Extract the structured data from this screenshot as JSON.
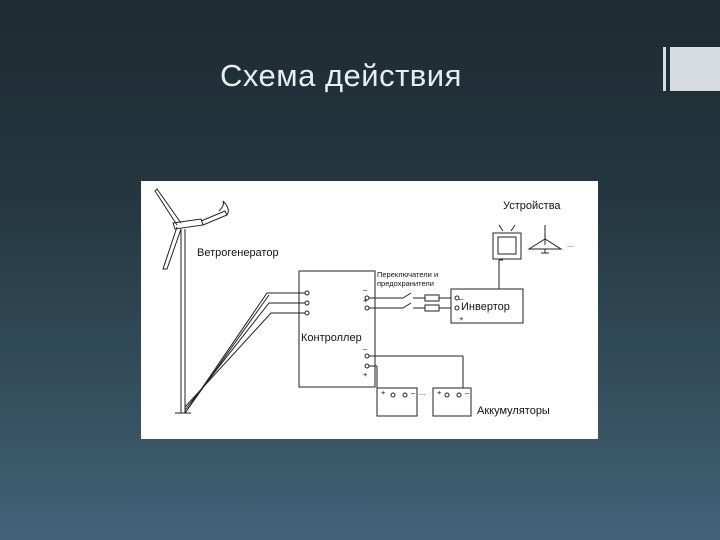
{
  "slide": {
    "title": "Схема действия"
  },
  "diagram": {
    "labels": {
      "wind_generator": "Ветрогенератор",
      "devices": "Устройства",
      "switches_fuses_line1": "Переключатели и",
      "switches_fuses_line2": "предохранители",
      "inverter": "Инвертор",
      "controller": "Контроллер",
      "batteries": "Аккумуляторы",
      "ellipsis": "..."
    }
  }
}
